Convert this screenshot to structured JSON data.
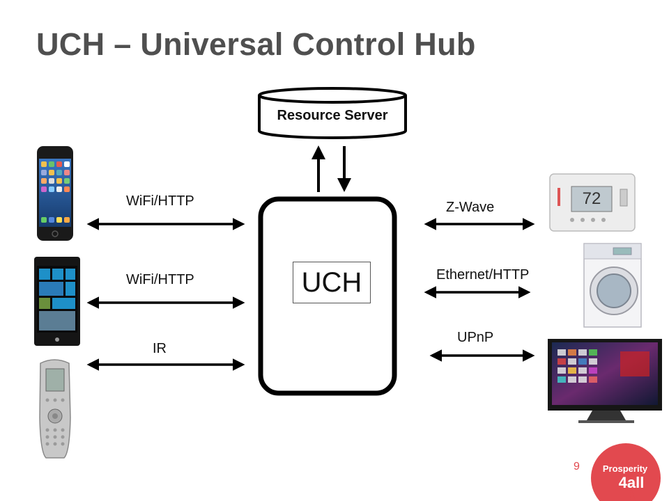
{
  "slide": {
    "title": "UCH – Universal Control Hub",
    "page_number": "9"
  },
  "diagram": {
    "server": "Resource Server",
    "hub": "UCH",
    "left_links": [
      {
        "protocol": "WiFi/HTTP",
        "device": "smartphone-icon"
      },
      {
        "protocol": "WiFi/HTTP",
        "device": "windows-phone-icon"
      },
      {
        "protocol": "IR",
        "device": "remote-control-icon"
      }
    ],
    "right_links": [
      {
        "protocol": "Z-Wave",
        "device": "thermostat-icon"
      },
      {
        "protocol": "Ethernet/HTTP",
        "device": "washing-machine-icon"
      },
      {
        "protocol": "UPnP",
        "device": "smart-tv-icon"
      }
    ],
    "thermostat_display": "72"
  },
  "logo": {
    "line1": "Prosperity",
    "line2": "4all",
    "color": "#e2494f"
  }
}
